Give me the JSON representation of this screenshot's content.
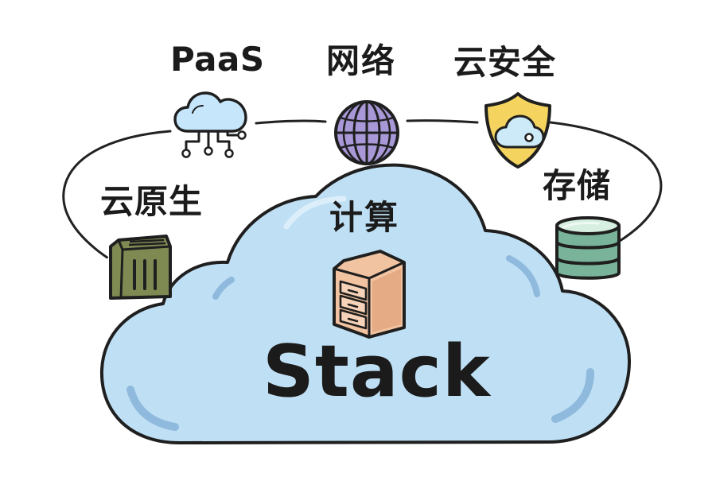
{
  "labels": {
    "paas": "PaaS",
    "network": "网络",
    "security": "云安全",
    "cloud_native": "云原生",
    "storage": "存储",
    "compute": "计算",
    "stack": "Stack"
  },
  "icons": {
    "paas": "cloud-network-icon",
    "network": "globe-icon",
    "security": "shield-cloud-icon",
    "cloud_native": "container-icon",
    "storage": "database-icon",
    "compute": "server-cabinet-icon"
  },
  "colors": {
    "cloud": "#bfe0f4",
    "cloud_shadow": "#95c3e6",
    "paas_icon": "#c6e6fb",
    "globe": "#a898d7",
    "shield": "#f4d45f",
    "container": "#7f8a53",
    "database": "#78b39a",
    "compute": "#f2c3a0",
    "outline": "#1f1f1f"
  }
}
